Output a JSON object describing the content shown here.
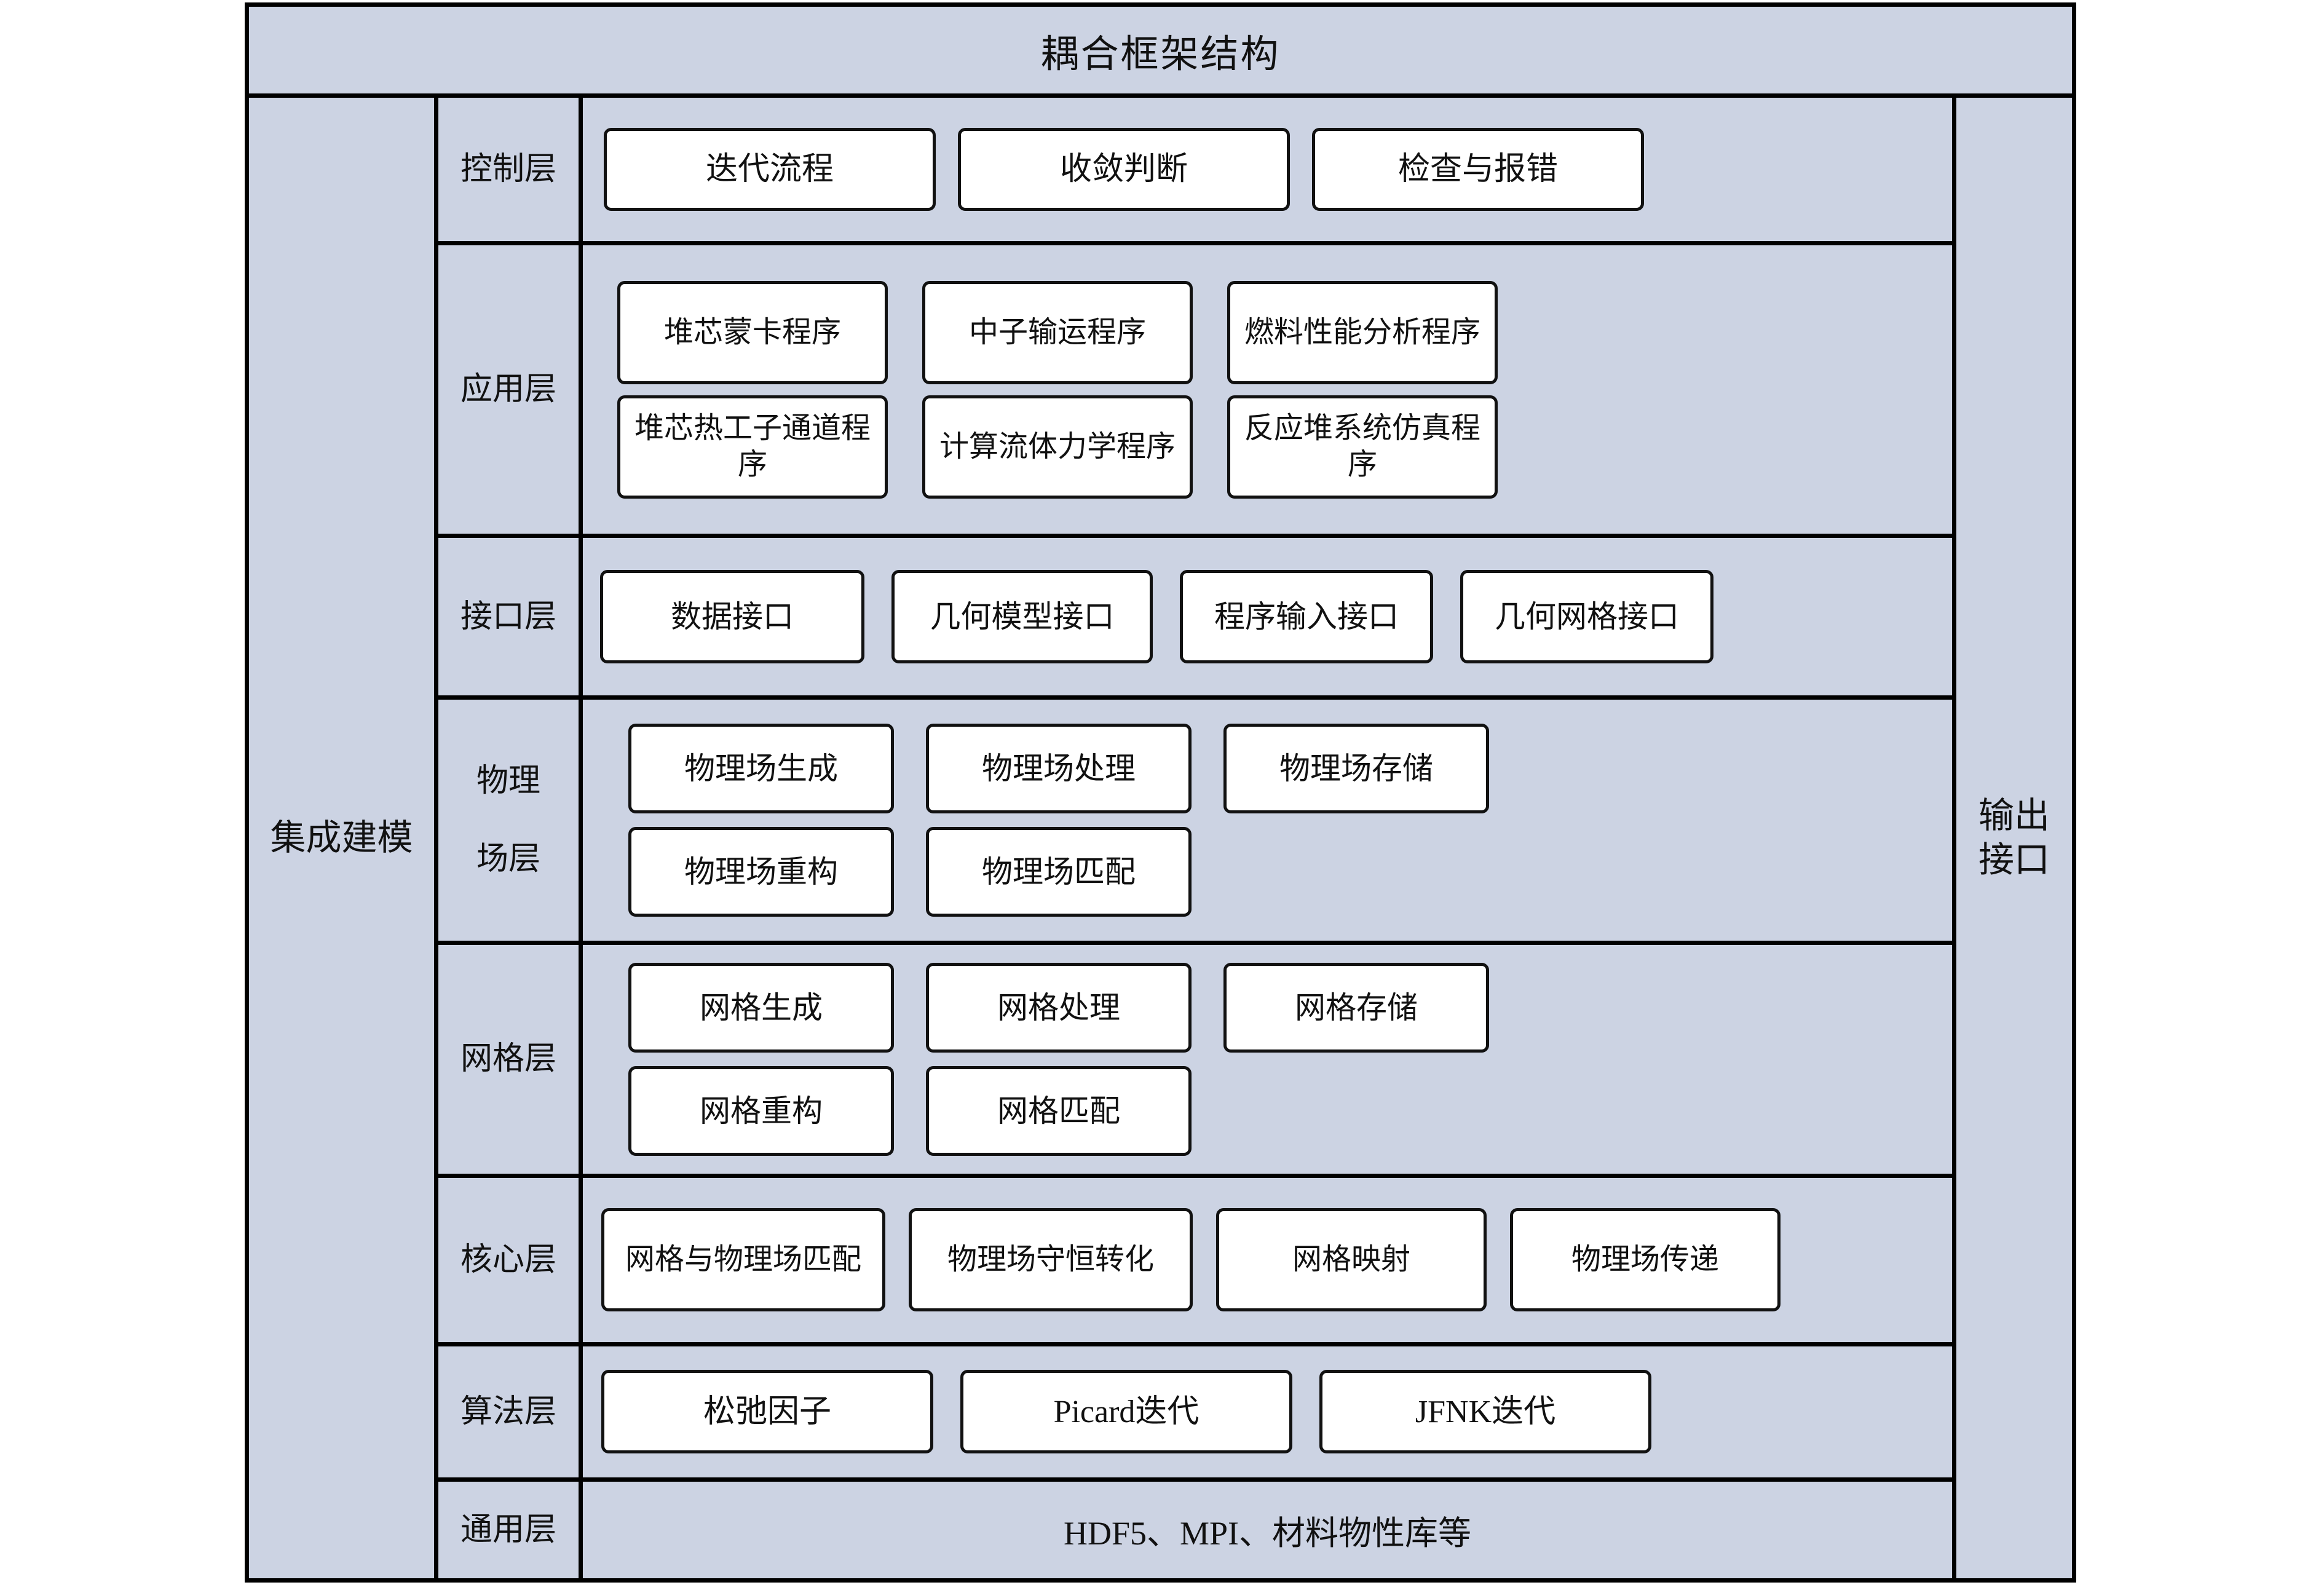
{
  "diagram": {
    "title": "耦合框架结构",
    "left_column_label": "集成建模",
    "right_column_label_line1": "输出",
    "right_column_label_line2": "接口",
    "colors": {
      "panel_background": "#ccd3e3",
      "node_fill": "#ffffff",
      "line": "#000000",
      "text": "#111111"
    },
    "layers": [
      {
        "name": "控制层",
        "rows": [
          [
            "迭代流程",
            "收敛判断",
            "检查与报错"
          ]
        ]
      },
      {
        "name": "应用层",
        "rows": [
          [
            "堆芯蒙卡程序",
            "中子输运程序",
            "燃料性能分析程序"
          ],
          [
            "堆芯热工子通道程序",
            "计算流体力学程序",
            "反应堆系统仿真程序"
          ]
        ]
      },
      {
        "name": "接口层",
        "rows": [
          [
            "数据接口",
            "几何模型接口",
            "程序输入接口",
            "几何网格接口"
          ]
        ]
      },
      {
        "name_line1": "物理",
        "name_line2": "场层",
        "rows": [
          [
            "物理场生成",
            "物理场处理",
            "物理场存储"
          ],
          [
            "物理场重构",
            "物理场匹配"
          ]
        ]
      },
      {
        "name": "网格层",
        "rows": [
          [
            "网格生成",
            "网格处理",
            "网格存储"
          ],
          [
            "网格重构",
            "网格匹配"
          ]
        ]
      },
      {
        "name": "核心层",
        "rows": [
          [
            "网格与物理场匹配",
            "物理场守恒转化",
            "网格映射",
            "物理场传递"
          ]
        ]
      },
      {
        "name": "算法层",
        "rows": [
          [
            "松弛因子",
            "Picard迭代",
            "JFNK迭代"
          ]
        ]
      },
      {
        "name": "通用层",
        "plain_text": "HDF5、MPI、材料物性库等"
      }
    ]
  }
}
